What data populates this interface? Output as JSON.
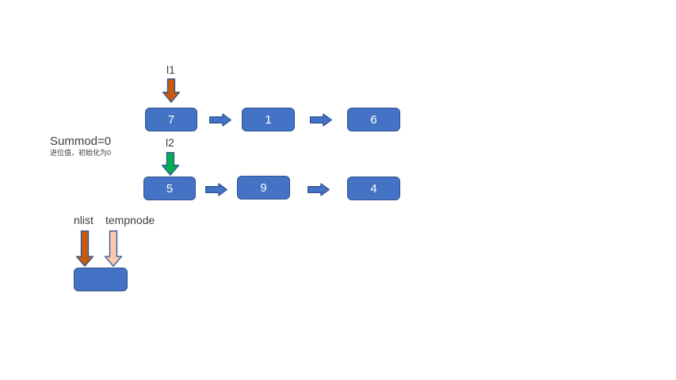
{
  "slide": {
    "background": "#ffffff"
  },
  "colors": {
    "slide_bg": "#ffffff",
    "node_fill": "#4472C4",
    "node_border": "#2F528F",
    "node_text": "#ffffff",
    "connector_fill": "#4472C4",
    "pointer_orange": "#C55A11",
    "pointer_green": "#00B050",
    "pointer_peach": "#F8CBAD",
    "label_text": "#3D3D3D"
  },
  "annotation": {
    "title": "Summod=0",
    "note": "进位值，初始化为0"
  },
  "list1": {
    "pointer_label": "l1",
    "nodes": [
      "7",
      "1",
      "6"
    ]
  },
  "list2": {
    "pointer_label": "l2",
    "nodes": [
      "5",
      "9",
      "4"
    ]
  },
  "result": {
    "pointer_label_1": "nlist",
    "pointer_label_2": "tempnode",
    "node_value": ""
  },
  "icons": {
    "list1_pointer": "orange-down-block-arrow",
    "list2_pointer": "green-down-block-arrow",
    "nlist_pointer": "orange-down-block-arrow",
    "tempnode_pointer": "peach-down-block-arrow",
    "connector": "blue-right-block-arrow"
  }
}
